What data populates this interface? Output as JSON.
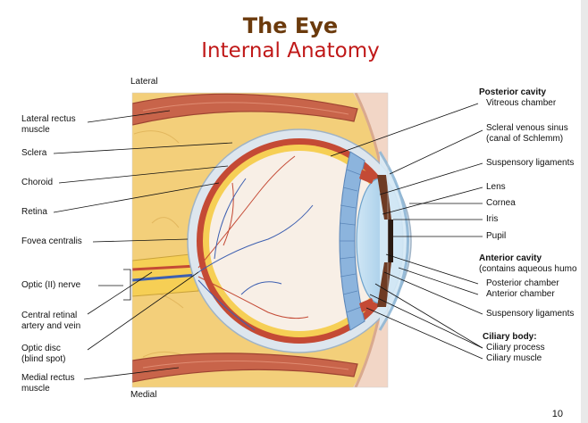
{
  "title": "The Eye",
  "subtitle": "Internal Anatomy",
  "orientation": {
    "top": "Lateral",
    "bottom": "Medial"
  },
  "left_labels": {
    "lateral_rectus": [
      "Lateral rectus",
      "muscle"
    ],
    "sclera": "Sclera",
    "choroid": "Choroid",
    "retina": "Retina",
    "fovea": "Fovea centralis",
    "optic_nerve": "Optic (II) nerve",
    "central_retinal": [
      "Central retinal",
      "artery and vein"
    ],
    "optic_disc": [
      "Optic disc",
      "(blind spot)"
    ],
    "medial_rectus": [
      "Medial rectus",
      "muscle"
    ]
  },
  "right_labels": {
    "posterior_cavity": "Posterior cavity",
    "vitreous": "Vitreous chamber",
    "scleral_sinus": [
      "Scleral venous sinus",
      "(canal of Schlemm)"
    ],
    "suspensory_top": "Suspensory ligaments",
    "lens": "Lens",
    "cornea": "Cornea",
    "iris": "Iris",
    "pupil": "Pupil",
    "anterior_cavity": "Anterior cavity",
    "aqueous": "(contains aqueous humo",
    "posterior_chamber": "Posterior chamber",
    "anterior_chamber": "Anterior chamber",
    "suspensory_bottom": "Suspensory ligaments",
    "ciliary_body": "Ciliary body:",
    "ciliary_process": "Ciliary process",
    "ciliary_muscle": "Ciliary muscle"
  },
  "page_number": "10",
  "colors": {
    "title": "#6b3a0c",
    "subtitle": "#c01818",
    "fat": "#f3cf7a",
    "muscle": "#c8644a",
    "sclera": "#dde6ee",
    "vitreous": "#f8efe6",
    "retina": "#f6cf55",
    "choroid": "#c44a35",
    "lens": "#a8cfe9",
    "cornea": "#d8ebf7",
    "iris": "#6e3b24"
  }
}
